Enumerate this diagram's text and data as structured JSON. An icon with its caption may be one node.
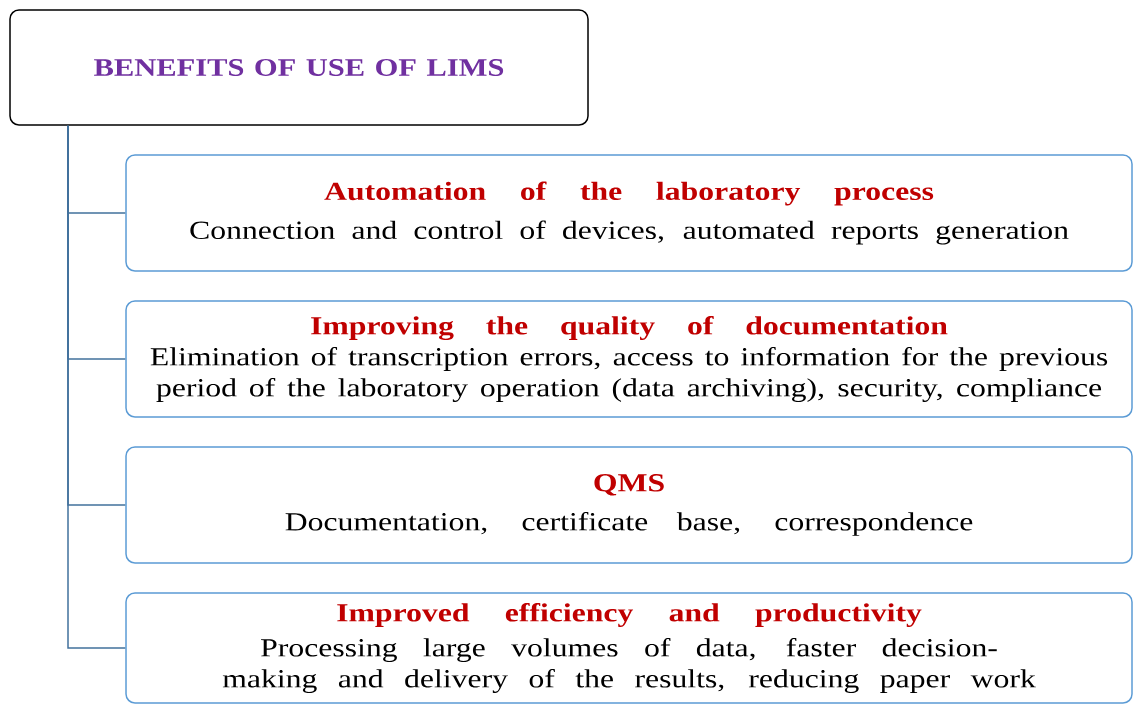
{
  "diagram": {
    "nodes": [
      {
        "text": [
          "BENEFITS OF USE OF LIMS"
        ]
      },
      {
        "text": [
          "Automation of the laboratory process",
          "Connection and control of devices, automated reports generation"
        ]
      },
      {
        "text": [
          "Improving the quality of documentation",
          "Elimination of transcription errors, access to information for the previous period of the laboratory operation (data archiving), security, compliance"
        ]
      },
      {
        "text": [
          "QMS",
          "Documentation, certificate base, correspondence"
        ]
      },
      {
        "text": [
          "Improved efficiency and productivity",
          "Processing large volumes of data, faster decision-making and delivery of the results, reducing paper work"
        ]
      }
    ],
    "edges": [
      {
        "from": 0,
        "to": 1,
        "arrow": "none"
      },
      {
        "from": 0,
        "to": 2,
        "arrow": "none"
      },
      {
        "from": 0,
        "to": 3,
        "arrow": "none"
      },
      {
        "from": 0,
        "to": 4,
        "arrow": "none"
      }
    ]
  }
}
